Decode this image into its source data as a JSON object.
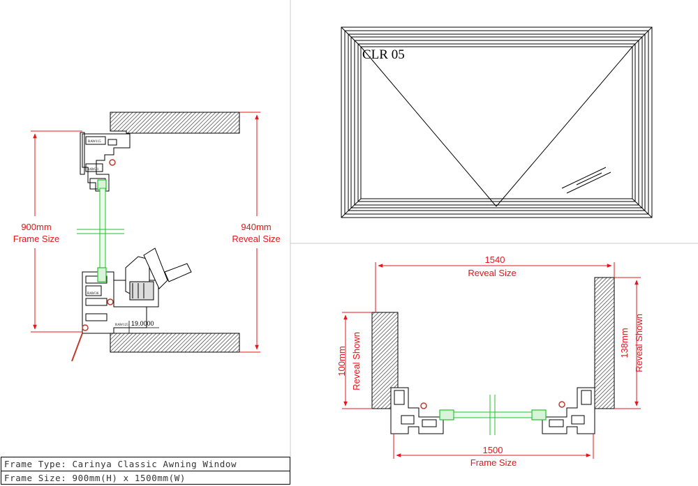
{
  "glass_label": "CLR 05",
  "side_section": {
    "frame_size_value": "900mm",
    "frame_size_caption": "Frame Size",
    "reveal_size_value": "940mm",
    "reveal_size_caption": "Reveal Size",
    "gap_dimension": "19.0000",
    "part_codes": [
      "RAW115",
      "RAW21",
      "RAW36",
      "RAW125"
    ]
  },
  "plan_section": {
    "reveal_size_value": "1540",
    "reveal_size_caption": "Reveal Size",
    "frame_size_value": "1500",
    "frame_size_caption": "Frame Size",
    "left_reveal_shown": "100mm",
    "left_reveal_caption": "Reveal Shown",
    "right_reveal_shown": "138mm",
    "right_reveal_caption": "Reveal Shown"
  },
  "title_block": {
    "frame_type": "Frame Type: Carinya Classic Awning Window",
    "frame_size": "Frame Size: 900mm(H) x 1500mm(W)"
  },
  "colors": {
    "dimension": "#e8141c",
    "glass": "#22c32e",
    "gasket": "#c0392b",
    "outline": "#000000",
    "divider": "#c8c8c8"
  }
}
